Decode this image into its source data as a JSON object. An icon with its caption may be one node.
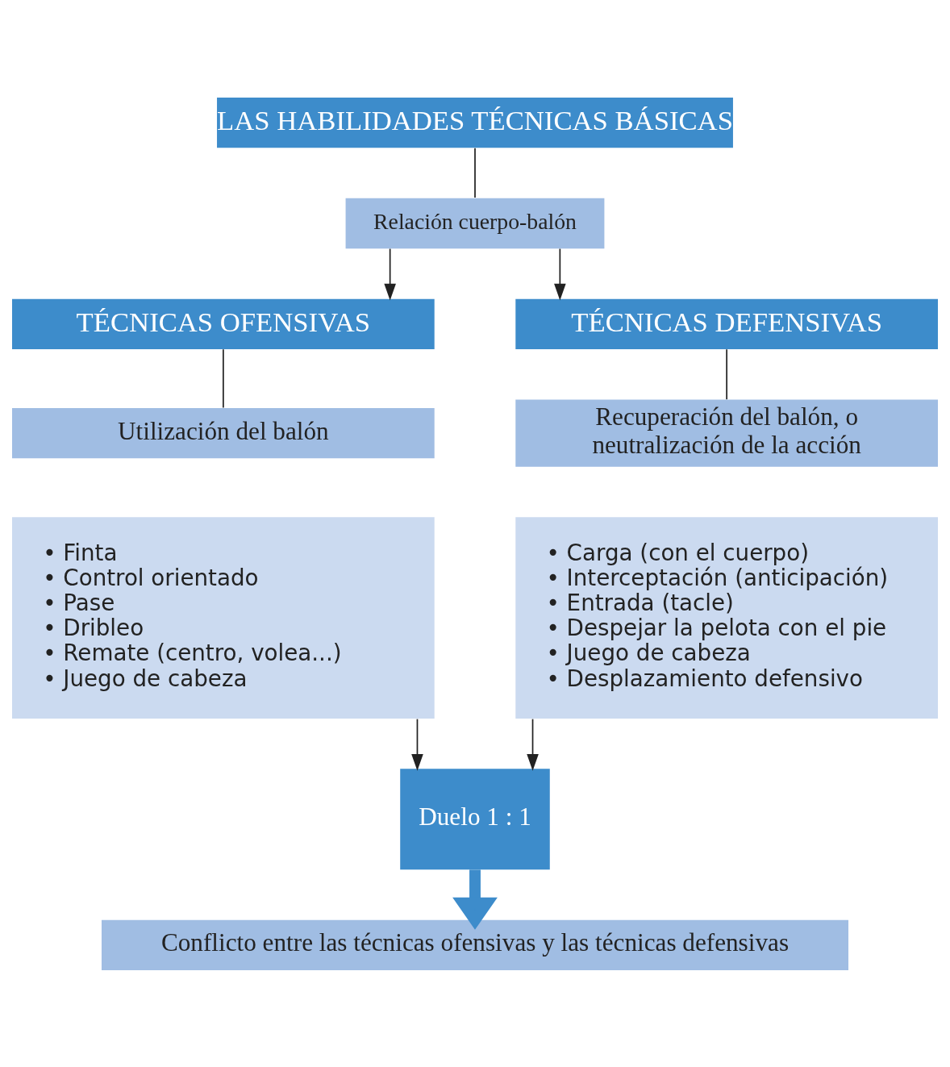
{
  "diagram": {
    "nodes": [
      {
        "text": [
          "LAS HABILIDADES TÉCNICAS BÁSICAS"
        ]
      },
      {
        "text": [
          "Relación cuerpo-balón"
        ]
      },
      {
        "text": [
          "TÉCNICAS OFENSIVAS"
        ]
      },
      {
        "text": [
          "TÉCNICAS DEFENSIVAS"
        ]
      },
      {
        "text": [
          "Utilización del balón"
        ]
      },
      {
        "text": [
          "Recuperación del balón, o neutralización de la acción"
        ]
      },
      {
        "text": [
          "• Finta",
          "• Control orientado",
          "• Pase",
          "• Dribleo",
          "• Remate (centro, volea...)",
          "• Juego de cabeza"
        ]
      },
      {
        "text": [
          "• Carga (con el cuerpo)",
          "• Interceptación (anticipación)",
          "• Entrada (tacle)",
          "• Despejar la pelota con el pie",
          "• Juego de cabeza",
          "• Desplazamiento defensivo"
        ]
      },
      {
        "text": [
          "Duelo 1 : 1"
        ]
      },
      {
        "text": [
          "Conflicto entre las técnicas ofensivas y las técnicas defensivas"
        ]
      }
    ],
    "edges": [
      {
        "from": 0,
        "to": 1,
        "arrow": "none"
      },
      {
        "from": 1,
        "to": 2,
        "arrow": "to"
      },
      {
        "from": 1,
        "to": 3,
        "arrow": "to"
      },
      {
        "from": 2,
        "to": 4,
        "arrow": "none"
      },
      {
        "from": 3,
        "to": 5,
        "arrow": "none"
      },
      {
        "from": 6,
        "to": 8,
        "arrow": "to"
      },
      {
        "from": 7,
        "to": 8,
        "arrow": "to"
      },
      {
        "from": 8,
        "to": 9,
        "arrow": "to",
        "style": "thick",
        "color": "#3d8ccb"
      }
    ]
  }
}
